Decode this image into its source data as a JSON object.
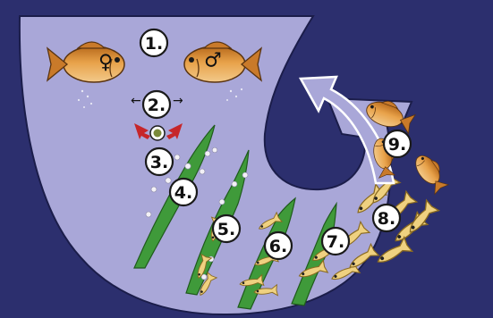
{
  "colors": {
    "background": "#2c2f6e",
    "water": "#a9a7d8",
    "plant": "#3f9a3a",
    "fish": "#d9892f",
    "arrow_red": "#c6262a",
    "egg": "#f3f1f6"
  },
  "symbols": {
    "female": "♀",
    "male": "♂",
    "left_arrow": "←",
    "right_arrow": "→"
  },
  "stages": [
    {
      "id": "1",
      "label": "1."
    },
    {
      "id": "2",
      "label": "2."
    },
    {
      "id": "3",
      "label": "3."
    },
    {
      "id": "4",
      "label": "4."
    },
    {
      "id": "5",
      "label": "5."
    },
    {
      "id": "6",
      "label": "6."
    },
    {
      "id": "7",
      "label": "7."
    },
    {
      "id": "8",
      "label": "8."
    },
    {
      "id": "9",
      "label": "9."
    }
  ]
}
